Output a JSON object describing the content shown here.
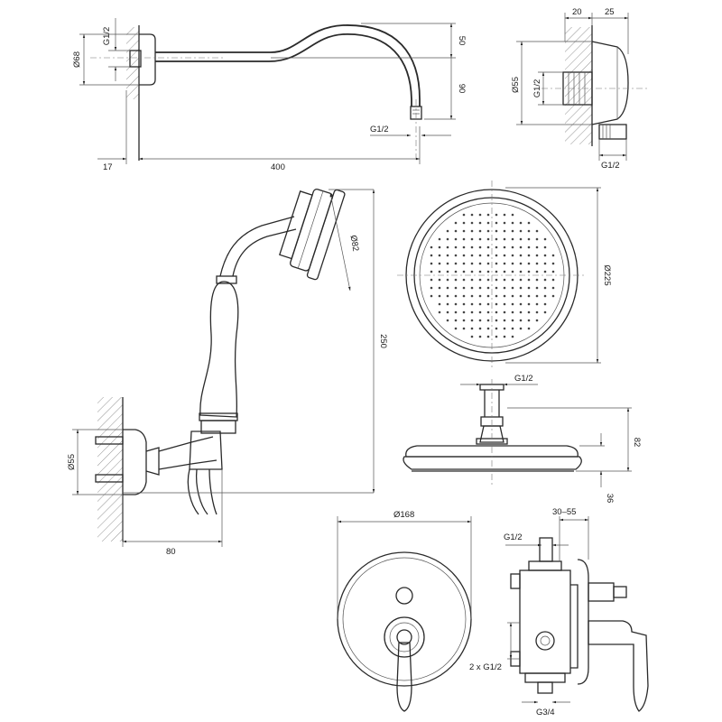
{
  "drawing": {
    "shower_arm": {
      "dims": {
        "thread_top": "G1/2",
        "dia_flange": "Ø68",
        "rise_top": "50",
        "drop": "90",
        "thread_outlet": "G1/2",
        "flange_depth": "17",
        "reach": "400"
      }
    },
    "wall_elbow": {
      "dims": {
        "depth_a": "20",
        "depth_b": "25",
        "dia": "Ø55",
        "thread_in": "G1/2",
        "thread_out": "G1/2"
      }
    },
    "hand_shower": {
      "dims": {
        "head_dia": "Ø82",
        "height": "250",
        "flange_dia": "Ø55",
        "projection": "80"
      }
    },
    "rain_head": {
      "dims": {
        "dia": "Ø225",
        "thread": "G1/2",
        "height": "82",
        "rim": "36"
      }
    },
    "mixer": {
      "dims": {
        "plate_dia": "Ø168",
        "adjust": "30–55",
        "thread_top": "G1/2",
        "inlets": "2 x G1/2",
        "outlet": "G3/4"
      }
    }
  }
}
